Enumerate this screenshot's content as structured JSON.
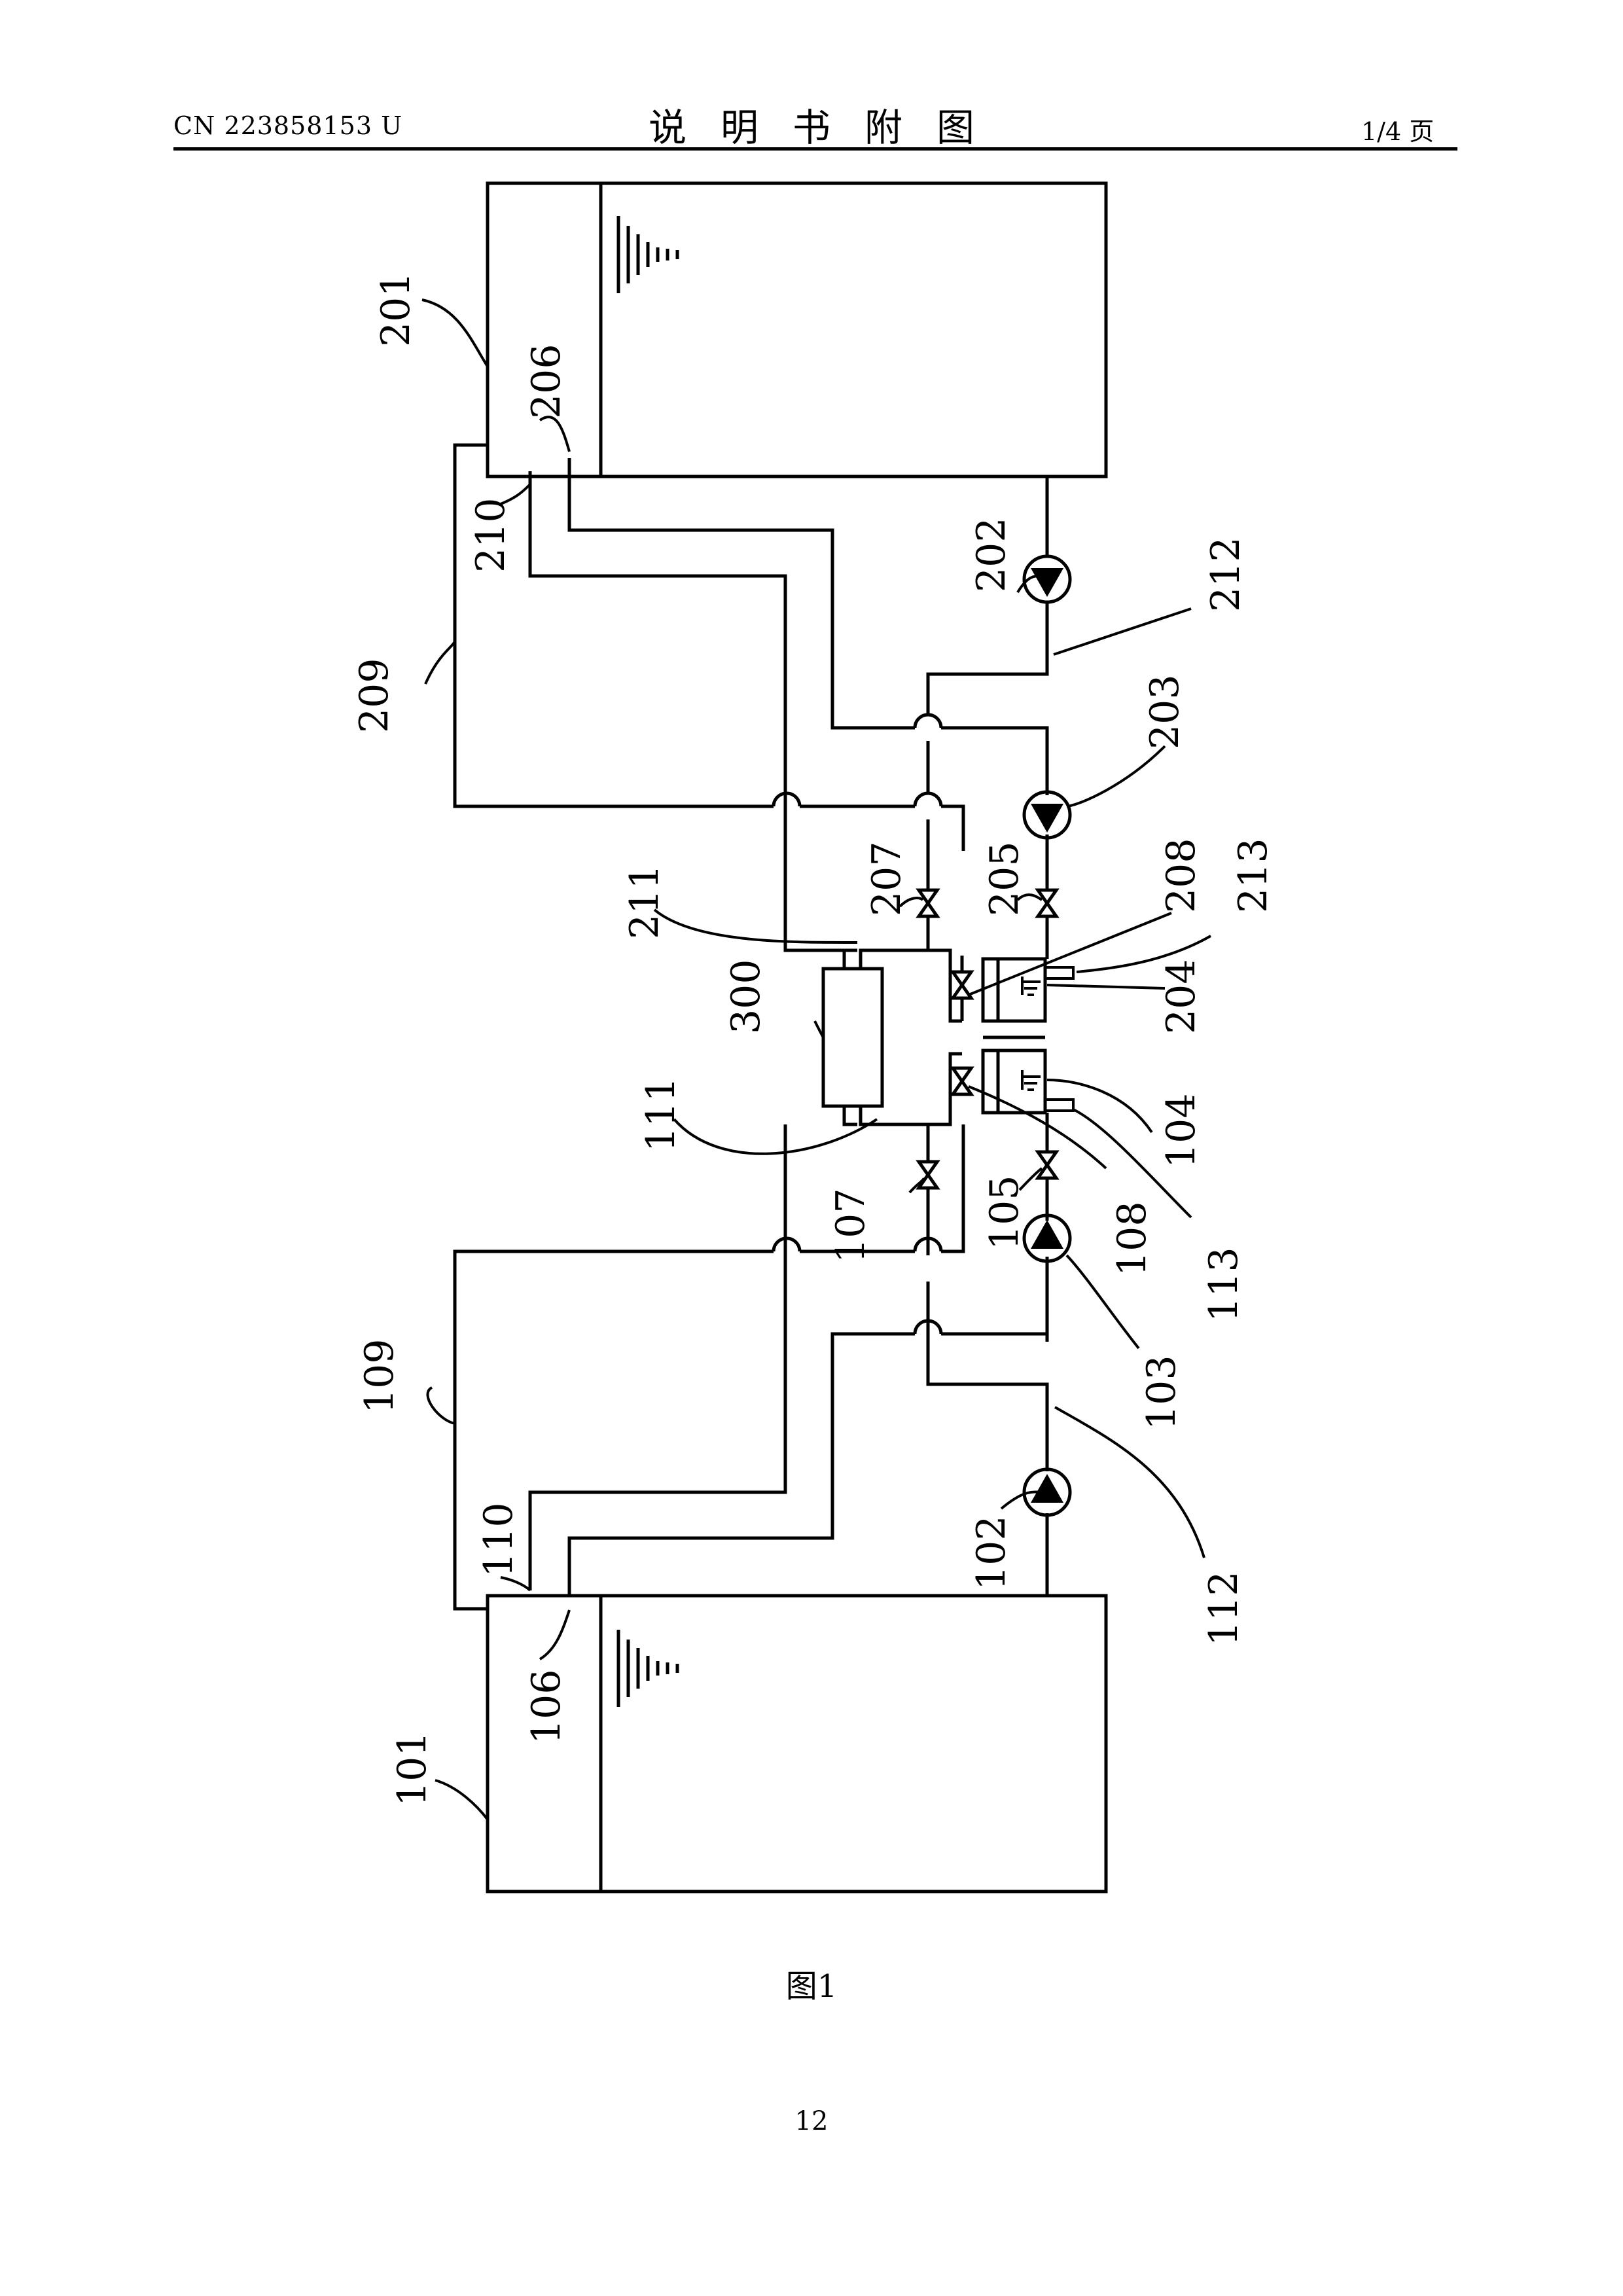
{
  "header": {
    "patent_number": "CN 223858153 U",
    "title": "说明书附图",
    "page_of": "1/4 页"
  },
  "figure": {
    "caption": "图1",
    "labels": {
      "l201": "201",
      "l206": "206",
      "l210": "210",
      "l209": "209",
      "l202": "202",
      "l212": "212",
      "l203": "203",
      "l205": "205",
      "l207": "207",
      "l211": "211",
      "l208": "208",
      "l213": "213",
      "l204": "204",
      "l300": "300",
      "l111": "111",
      "l104": "104",
      "l107": "107",
      "l105": "105",
      "l108": "108",
      "l113": "113",
      "l103": "103",
      "l109": "109",
      "l110": "110",
      "l102": "102",
      "l112": "112",
      "l106": "106",
      "l101": "101"
    }
  },
  "footer": {
    "page_number": "12"
  }
}
